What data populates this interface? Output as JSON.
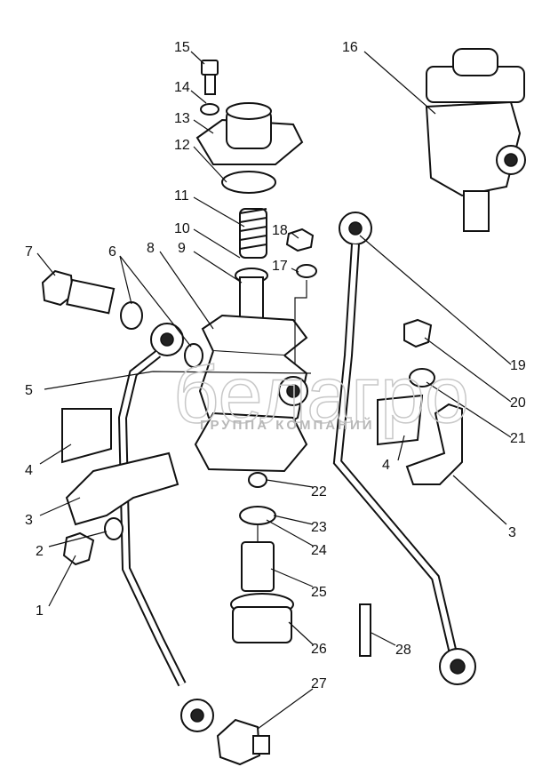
{
  "diagram": {
    "labels": [
      "1",
      "2",
      "3",
      "3",
      "4",
      "4",
      "5",
      "6",
      "7",
      "8",
      "9",
      "10",
      "11",
      "12",
      "13",
      "14",
      "15",
      "16",
      "17",
      "18",
      "19",
      "20",
      "21",
      "22",
      "23",
      "24",
      "25",
      "26",
      "27",
      "28"
    ]
  },
  "watermark": {
    "brand": "белагро",
    "subtitle": "ГРУППА КОМПАНИЙ"
  }
}
